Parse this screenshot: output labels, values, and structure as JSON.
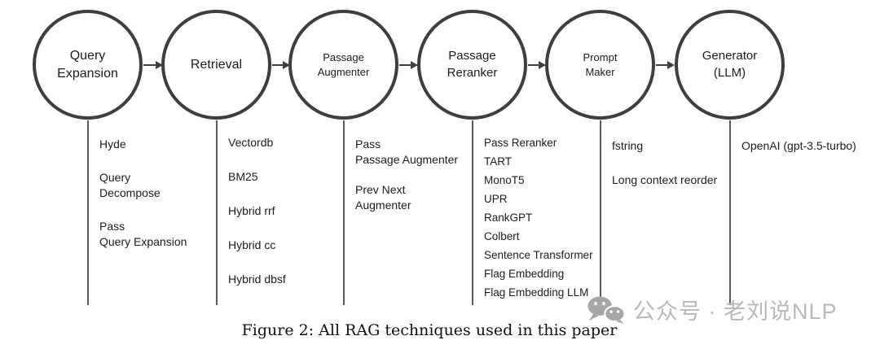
{
  "caption": "Figure 2: All RAG techniques used in this paper",
  "watermark": {
    "icon": "wechat-icon",
    "text": "公众号 · 老刘说NLP"
  },
  "colors": {
    "stroke": "#3e3e3e",
    "diagram_text": "#1c1c1c",
    "connector": "#5a5a5a",
    "caption_text": "#111111",
    "watermark_text": "#b9b9b9",
    "watermark_icon": "#a6a6a6",
    "background": "#ffffff"
  },
  "pipeline": {
    "stages": [
      {
        "label": "Query\nExpansion",
        "items": [
          "Hyde",
          "Query\nDecompose",
          "Pass\nQuery Expansion"
        ]
      },
      {
        "label": "Retrieval",
        "items": [
          "Vectordb",
          "BM25",
          "Hybrid rrf",
          "Hybrid cc",
          "Hybrid dbsf"
        ]
      },
      {
        "label": "Passage\nAugmenter",
        "items": [
          "Pass\nPassage Augmenter",
          "Prev Next\nAugmenter"
        ]
      },
      {
        "label": "Passage\nReranker",
        "items": [
          "Pass Reranker",
          "TART",
          "MonoT5",
          "UPR",
          "RankGPT",
          "Colbert",
          "Sentence Transformer",
          "Flag Embedding",
          "Flag Embedding LLM"
        ]
      },
      {
        "label": "Prompt\nMaker",
        "items": [
          "fstring",
          "Long context reorder"
        ]
      },
      {
        "label": "Generator\n(LLM)",
        "items": [
          "OpenAI (gpt-3.5-turbo)"
        ]
      }
    ]
  }
}
